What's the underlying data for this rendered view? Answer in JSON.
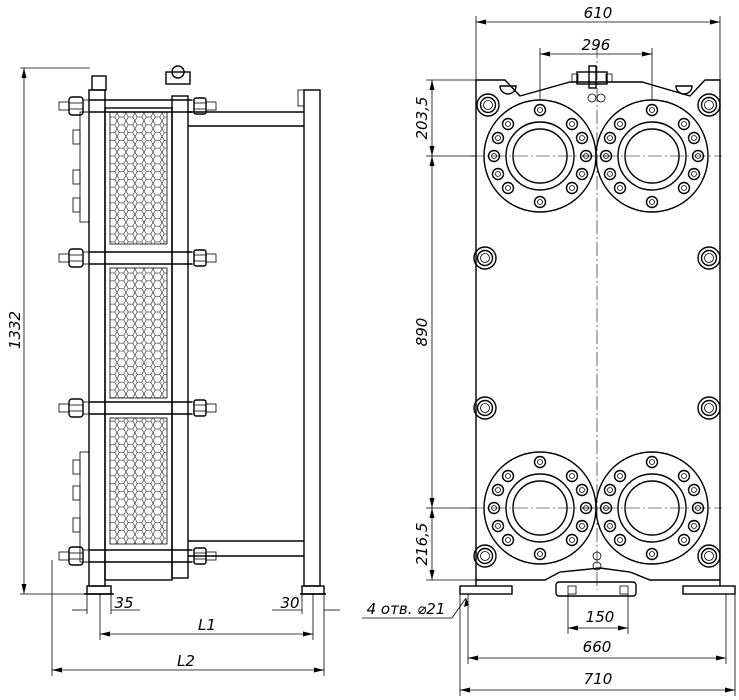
{
  "drawing": {
    "side_view": {
      "height_label": "1332",
      "left_foot_label": "35",
      "right_foot_label": "30",
      "l1_label": "L1",
      "l2_label": "L2"
    },
    "front_view": {
      "width_top_label": "610",
      "port_spacing_label": "296",
      "top_port_label": "203,5",
      "port_distance_label": "890",
      "bottom_port_label": "216,5",
      "holes_label": "4 отв. ⌀21",
      "foot_slot_label": "150",
      "foot_inner_label": "660",
      "foot_outer_label": "710"
    }
  }
}
